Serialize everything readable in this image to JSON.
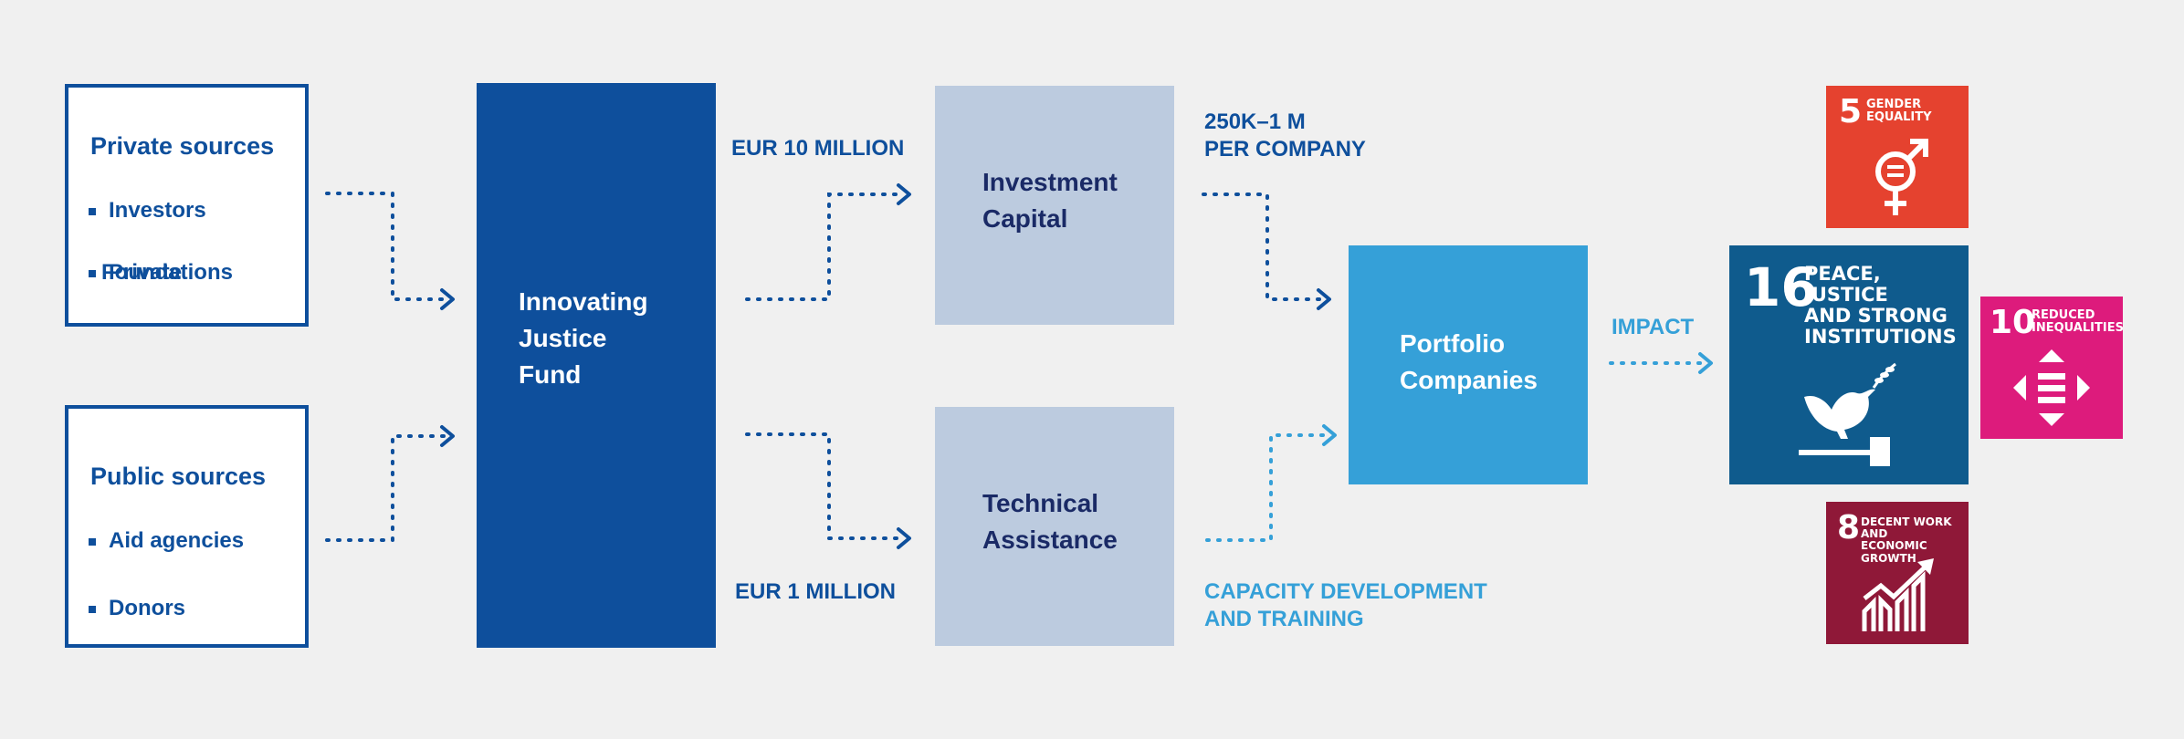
{
  "sources": {
    "private": {
      "title": "Private sources",
      "items": [
        "Investors",
        "Private",
        "Foundations"
      ]
    },
    "public": {
      "title": "Public sources",
      "items": [
        "Aid agencies",
        "Donors"
      ]
    }
  },
  "fund": {
    "lines": [
      "Innovating",
      "Justice",
      "Fund"
    ]
  },
  "labels": {
    "top_amount": "EUR 10 MILLION",
    "bottom_amount": "EUR 1 MILLION",
    "per_company_1": "250K–1 M",
    "per_company_2": "PER COMPANY",
    "capacity_1": "CAPACITY DEVELOPMENT",
    "capacity_2": "AND TRAINING",
    "impact": "IMPACT"
  },
  "investment": {
    "lines": [
      "Investment",
      "Capital"
    ]
  },
  "technical": {
    "lines": [
      "Technical",
      "Assistance"
    ]
  },
  "portfolio": {
    "lines": [
      "Portfolio",
      "Companies"
    ]
  },
  "sdgs": {
    "gender": {
      "number": "5",
      "text": [
        "GENDER",
        "EQUALITY"
      ],
      "color": "#e5422f",
      "icon": "gender-equality-icon"
    },
    "peace": {
      "number": "16",
      "text": [
        "PEACE, JUSTICE",
        "AND STRONG",
        "INSTITUTIONS"
      ],
      "color": "#0f5b8d",
      "icon": "dove-gavel-icon"
    },
    "inequalities": {
      "number": "10",
      "text": [
        "REDUCED",
        "INEQUALITIES"
      ],
      "color": "#dd1b7c",
      "icon": "reduced-inequalities-icon"
    },
    "work": {
      "number": "8",
      "text": [
        "DECENT WORK AND",
        "ECONOMIC GROWTH"
      ],
      "color": "#8f1838",
      "icon": "economic-growth-icon"
    }
  },
  "colors": {
    "dark_blue": "#0e4f9c",
    "light_blue": "#35a0d8",
    "pale_blue": "#bccbdf",
    "background": "#f0f0f0"
  }
}
